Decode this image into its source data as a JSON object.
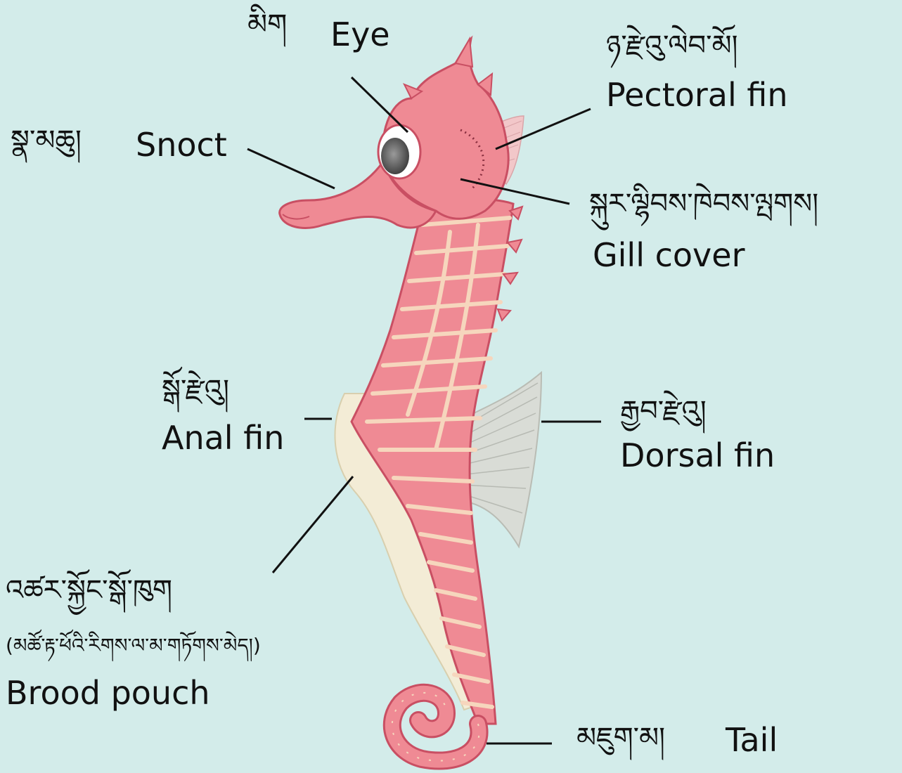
{
  "labels": {
    "eye": {
      "tibetan": "མིག",
      "english": "Eye"
    },
    "snout": {
      "tibetan": "སྣ་མཆུ།",
      "english": "Snoct"
    },
    "pectoral_fin": {
      "tibetan": "ཉ་རྫེའུ་ལེབ་མོ།",
      "english": "Pectoral fin"
    },
    "gill_cover": {
      "tibetan": "སྐུར་ལྷིབས་ཁེབས་ལྤགས།",
      "english": "Gill cover"
    },
    "anal_fin": {
      "tibetan": "སྒོ་རྫེའུ།",
      "english": "Anal fin"
    },
    "dorsal_fin": {
      "tibetan": "རྒྱབ་རྫེའུ།",
      "english": "Dorsal fin"
    },
    "brood_pouch": {
      "tibetan": "འཚར་སྐྱོང་སྒོ་ཁུག",
      "tibetan_note": "(མཚོ་རྟ་ཕོའི་རིགས་ལ་མ་གཏོགས་མེད།)",
      "english": "Brood pouch"
    },
    "tail": {
      "tibetan": "མཇུག་མ།",
      "english": "Tail"
    }
  },
  "colors": {
    "background": "#d3ecea",
    "body": "#ef8a94",
    "body_dark": "#c94f63",
    "plate_edge": "#f6d6bd",
    "belly": "#f3ecd6",
    "fin": "#d9dcd6"
  }
}
